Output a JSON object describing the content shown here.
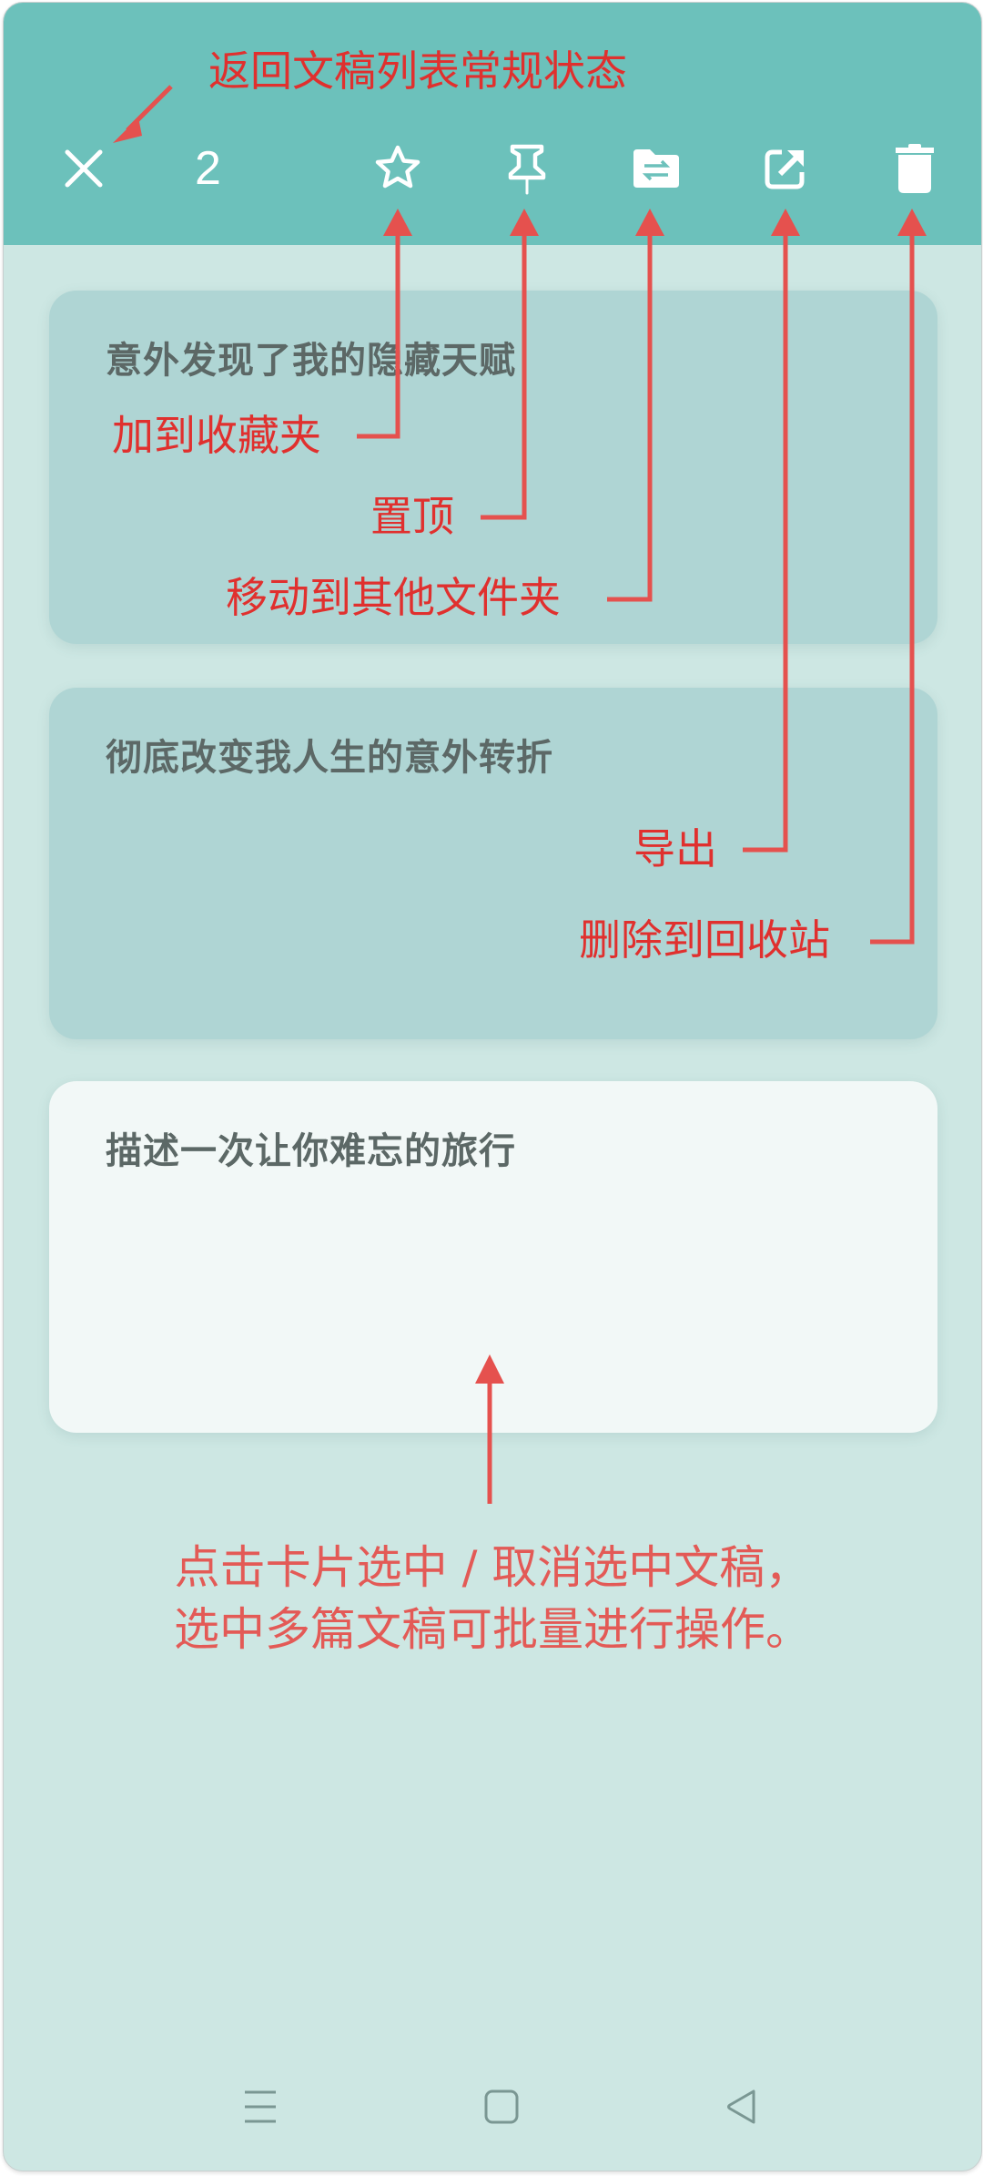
{
  "appbar": {
    "selected_count": "2",
    "actions": [
      {
        "id": "close",
        "icon": "close-icon"
      },
      {
        "id": "favorite",
        "icon": "star-icon"
      },
      {
        "id": "pin",
        "icon": "pin-icon"
      },
      {
        "id": "move",
        "icon": "folder-move-icon"
      },
      {
        "id": "export",
        "icon": "export-icon"
      },
      {
        "id": "delete",
        "icon": "trash-icon"
      }
    ],
    "background": "#6cc1bb"
  },
  "cards": [
    {
      "title": "意外发现了我的隐藏天赋",
      "selected": true
    },
    {
      "title": "彻底改变我人生的意外转折",
      "selected": true
    },
    {
      "title": "描述一次让你难忘的旅行",
      "selected": false
    }
  ],
  "annotations": {
    "close": "返回文稿列表常规状态",
    "favorite": "加到收藏夹",
    "pin": "置顶",
    "move": "移动到其他文件夹",
    "export": "导出",
    "delete": "删除到回收站",
    "card_tip_line1": "点击卡片选中 / 取消选中文稿，",
    "card_tip_line2": "选中多篇文稿可批量进行操作。",
    "color": "#e0302e"
  },
  "navbar": {
    "buttons": [
      {
        "id": "recents",
        "icon": "menu-icon"
      },
      {
        "id": "home",
        "icon": "home-icon"
      },
      {
        "id": "back",
        "icon": "back-icon"
      }
    ]
  }
}
